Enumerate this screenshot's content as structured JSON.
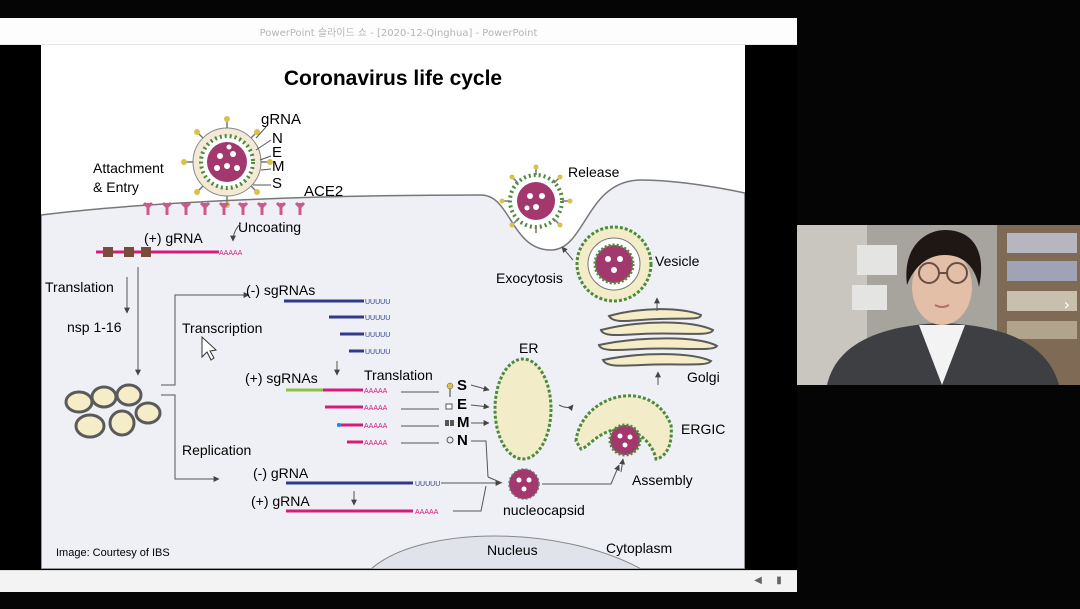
{
  "window": {
    "title": "PowerPoint 슬라이드 쇼 - [2020-12-Qinghua] - PowerPoint"
  },
  "slide": {
    "title": "Coronavirus life cycle",
    "labels": {
      "grna": "gRNA",
      "n": "N",
      "e": "E",
      "m": "M",
      "s": "S",
      "ace2": "ACE2",
      "attachment": "Attachment",
      "entry": "& Entry",
      "plus_grna": "(+) gRNA",
      "uncoating": "Uncoating",
      "translation": "Translation",
      "nsp": "nsp 1-16",
      "minus_sgrnas": "(-) sgRNAs",
      "transcription": "Transcription",
      "plus_sgrnas": "(+) sgRNAs",
      "translation2": "Translation",
      "prot_s": "S",
      "prot_e": "E",
      "prot_m": "M",
      "prot_n": "N",
      "er": "ER",
      "ergic": "ERGIC",
      "golgi": "Golgi",
      "vesicle": "Vesicle",
      "exocytosis": "Exocytosis",
      "release": "Release",
      "replication": "Replication",
      "minus_grna": "(-) gRNA",
      "plus_grna2": "(+) gRNA",
      "nucleocapsid": "nucleocapsid",
      "assembly": "Assembly",
      "nucleus": "Nucleus",
      "cytoplasm": "Cytoplasm",
      "credit": "Image: Courtesy of IBS",
      "tail_u": "UUUUU",
      "tail_a": "AAAAA"
    }
  },
  "video": {
    "next_icon": "chevron-right-icon"
  },
  "colors": {
    "cell": "#f1f2f6",
    "rna_pink": "#d81b7a",
    "rna_blue": "#2e3a8c",
    "receptor": "#c95a8a"
  }
}
